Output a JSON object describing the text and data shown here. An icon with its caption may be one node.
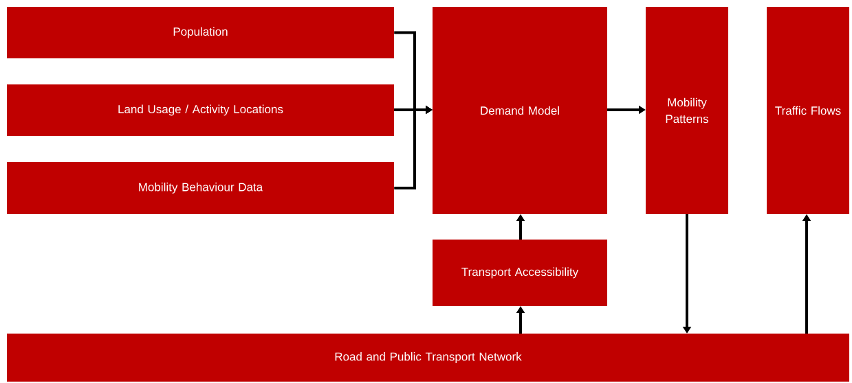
{
  "diagram": {
    "nodes": [
      {
        "text": [
          "Population"
        ]
      },
      {
        "text": [
          "Land Usage / Activity Locations"
        ]
      },
      {
        "text": [
          "Mobility Behaviour Data"
        ]
      },
      {
        "text": [
          "Demand Model"
        ]
      },
      {
        "text": [
          "Mobility Patterns"
        ]
      },
      {
        "text": [
          "Traffic Flows"
        ]
      },
      {
        "text": [
          "Transport Accessibility"
        ]
      },
      {
        "text": [
          "Road and Public Transport Network"
        ]
      }
    ],
    "edges": [
      {
        "from": 0,
        "to": 3,
        "arrow": "to"
      },
      {
        "from": 1,
        "to": 3,
        "arrow": "to"
      },
      {
        "from": 2,
        "to": 3,
        "arrow": "to"
      },
      {
        "from": 3,
        "to": 4,
        "arrow": "to"
      },
      {
        "from": 6,
        "to": 3,
        "arrow": "to"
      },
      {
        "from": 7,
        "to": 6,
        "arrow": "to"
      },
      {
        "from": 4,
        "to": 7,
        "arrow": "to"
      },
      {
        "from": 7,
        "to": 5,
        "arrow": "to"
      }
    ]
  }
}
